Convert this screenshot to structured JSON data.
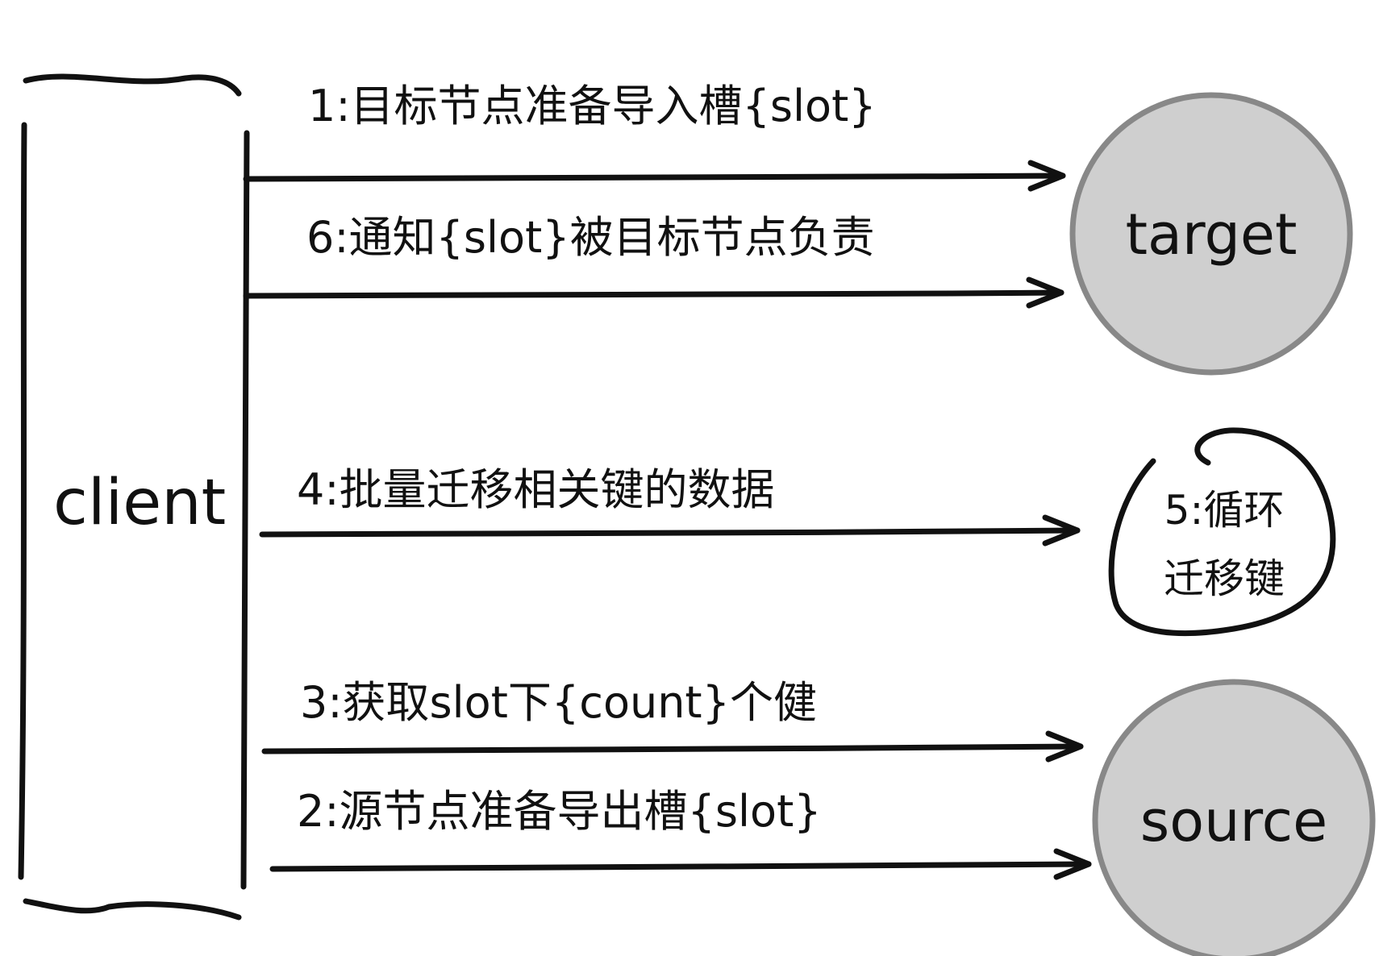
{
  "client": {
    "label": "client"
  },
  "nodes": {
    "target": {
      "label": "target",
      "fill": "#cfcfcf",
      "stroke": "#888888"
    },
    "source": {
      "label": "source",
      "fill": "#cfcfcf",
      "stroke": "#888888"
    }
  },
  "steps": [
    {
      "id": "step1",
      "label": "1:目标节点准备导入槽{slot}",
      "to": "target"
    },
    {
      "id": "step6",
      "label": "6:通知{slot}被目标节点负责",
      "to": "target"
    },
    {
      "id": "step4",
      "label": "4:批量迁移相关键的数据",
      "to": "loop"
    },
    {
      "id": "step3",
      "label": "3:获取slot下{count}个健",
      "to": "source"
    },
    {
      "id": "step2",
      "label": "2:源节点准备导出槽{slot}",
      "to": "source"
    }
  ],
  "loop": {
    "line1": "5:循环",
    "line2": "迁移键"
  },
  "colors": {
    "ink": "#111111",
    "node_fill": "#cfcfcf",
    "node_stroke": "#888888"
  }
}
